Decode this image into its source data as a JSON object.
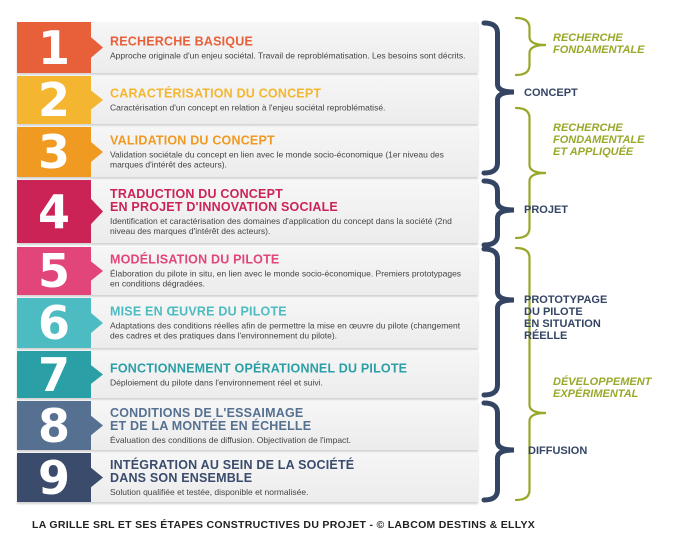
{
  "steps": [
    {
      "number": "1",
      "title": "RECHERCHE BASIQUE",
      "description": "Approche originale d'un enjeu sociétal. Travail de reproblématisation. Les besoins sont décrits.",
      "color": "#e8603a"
    },
    {
      "number": "2",
      "title": "CARACTÉRISATION DU CONCEPT",
      "description": "Caractérisation d'un concept en relation à l'enjeu sociétal reproblématisé.",
      "color": "#f4b631"
    },
    {
      "number": "3",
      "title": "VALIDATION DU CONCEPT",
      "description": "Validation sociétale du concept en lien avec le monde socio-économique (1er niveau des marques d'intérêt des acteurs).",
      "color": "#f09a22"
    },
    {
      "number": "4",
      "title": "TRADUCTION DU CONCEPT\nEN PROJET D'INNOVATION SOCIALE",
      "description": "Identification et caractérisation des domaines d'application du concept dans la société (2nd niveau des marques d'intérêt des acteurs).",
      "color": "#cc2357"
    },
    {
      "number": "5",
      "title": "MODÉLISATION DU PILOTE",
      "description": "Élaboration du pilote in situ, en lien avec le monde socio-économique. Premiers prototypages en conditions dégradées.",
      "color": "#e2457a"
    },
    {
      "number": "6",
      "title": "MISE EN ŒUVRE DU PILOTE",
      "description": "Adaptations des conditions réelles afin de permettre la mise en œuvre du pilote (changement des cadres et des pratiques dans l'environnement du pilote).",
      "color": "#4dbcc2"
    },
    {
      "number": "7",
      "title": "FONCTIONNEMENT OPÉRATIONNEL DU PILOTE",
      "description": "Déploiement du pilote dans l'environnement réel et suivi.",
      "color": "#2a9fa6"
    },
    {
      "number": "8",
      "title": "CONDITIONS DE L'ESSAIMAGE\nET DE LA MONTÉE EN ÉCHELLE",
      "description": "Évaluation des conditions de diffusion. Objectivation de l'impact.",
      "color": "#557090"
    },
    {
      "number": "9",
      "title": "INTÉGRATION AU SEIN DE LA SOCIÉTÉ\nDANS SON ENSEMBLE",
      "description": "Solution qualifiée et testée, disponible et normalisée.",
      "color": "#3a4b6c"
    }
  ],
  "phases": [
    "CONCEPT",
    "PROJET",
    "PROTOTYPAGE\nDU PILOTE\nEN SITUATION\nRÉELLE",
    "DIFFUSION"
  ],
  "research_types": [
    "RECHERCHE\nFONDAMENTALE",
    "RECHERCHE\nFONDAMENTALE\nET APPLIQUÉE",
    "DÉVELOPPEMENT\nEXPÉRIMENTAL"
  ],
  "caption": "LA GRILLE SRL ET SES ÉTAPES CONSTRUCTIVES DU PROJET - © LABCOM DESTINS & ELLYX",
  "colors": {
    "phase": "#344564",
    "research": "#9aa82a"
  }
}
